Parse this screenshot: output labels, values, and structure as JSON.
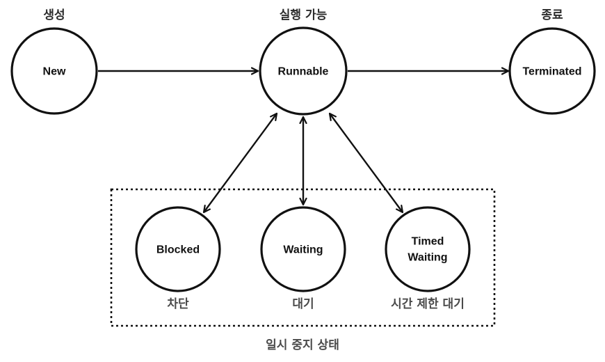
{
  "states": {
    "new": {
      "label": "New",
      "caption": "생성"
    },
    "runnable": {
      "label": "Runnable",
      "caption": "실행 가능"
    },
    "terminated": {
      "label": "Terminated",
      "caption": "종료"
    },
    "blocked": {
      "label": "Blocked",
      "caption": "차단"
    },
    "waiting": {
      "label": "Waiting",
      "caption": "대기"
    },
    "timed_waiting": {
      "label_line1": "Timed",
      "label_line2": "Waiting",
      "caption": "시간 제한 대기"
    }
  },
  "group": {
    "caption": "일시 중지 상태"
  },
  "edges": [
    {
      "from": "New",
      "to": "Runnable",
      "direction": "one-way"
    },
    {
      "from": "Runnable",
      "to": "Terminated",
      "direction": "one-way"
    },
    {
      "from": "Runnable",
      "to": "Blocked",
      "direction": "two-way"
    },
    {
      "from": "Runnable",
      "to": "Waiting",
      "direction": "two-way"
    },
    {
      "from": "Runnable",
      "to": "Timed Waiting",
      "direction": "two-way"
    }
  ],
  "colors": {
    "stroke": "#111111",
    "caption_dark": "#2b2b2b",
    "caption_grey": "#4a4a4a",
    "background": "#ffffff"
  }
}
